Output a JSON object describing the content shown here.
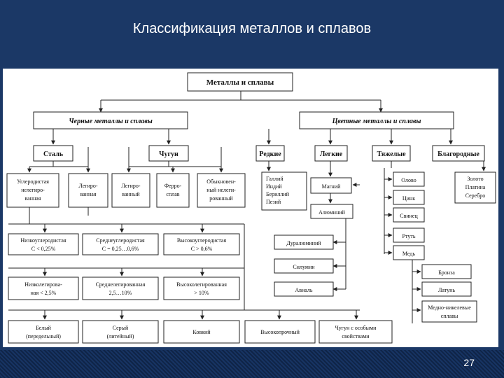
{
  "slide": {
    "title": "Классификация металлов и сплавов",
    "page_number": "27"
  },
  "diagram": {
    "root": "Металлы и сплавы",
    "ferrous": "Черные металлы и сплавы",
    "nonferrous": "Цветные металлы и сплавы",
    "steel": "Сталь",
    "cast_iron": "Чугун",
    "rare": "Редкие",
    "light": "Легкие",
    "heavy": "Тяжелые",
    "precious": "Благородные",
    "steel_kinds": {
      "carbon": [
        "Углеродистая",
        "нелегиро-",
        "ванная"
      ],
      "alloy": [
        "Легиро-",
        "ванная"
      ]
    },
    "iron_kinds": {
      "alloy": [
        "Легиро-",
        "ванный"
      ],
      "ferro": [
        "Ферро-",
        "сплав"
      ],
      "ordinary": [
        "Обыкновен-",
        "ный нелеги-",
        "рованный"
      ]
    },
    "carbon_levels": {
      "low": [
        "Низкоуглеродистая",
        "С < 0,25%"
      ],
      "medium": [
        "Среднеуглеродистая",
        "С = 0,25…0,6%"
      ],
      "high": [
        "Высокоуглеродистая",
        "С > 0,6%"
      ]
    },
    "alloy_levels": {
      "low": [
        "Низколегирова-",
        "ная < 2,5%"
      ],
      "medium": [
        "Среднелегированная",
        "2,5…10%"
      ],
      "high": [
        "Высоколегированная",
        "> 10%"
      ]
    },
    "iron_types": {
      "white": [
        "Белый",
        "(передельный)"
      ],
      "grey": [
        "Серый",
        "(литейный)"
      ],
      "malleable": [
        "Ковкий"
      ],
      "high_strength": [
        "Высокопрочный"
      ],
      "special": [
        "Чугун с особыми",
        "свойствами"
      ]
    },
    "rare_metals": [
      "Галлий",
      "Индий",
      "Бериллий",
      "Пезий"
    ],
    "magnesium": "Магний",
    "aluminum": "Алюминий",
    "duralumin": "Дуралюминий",
    "silumin": "Силумин",
    "avial": "Авиаль",
    "tin": "Олово",
    "zinc": "Цинк",
    "lead": "Свинец",
    "mercury": "Ртуть",
    "copper": "Медь",
    "bronze": "Бронза",
    "brass": "Латунь",
    "copper_nickel": [
      "Медно-никелевые",
      "сплавы"
    ],
    "precious_metals": [
      "Золото",
      "Платина",
      "Серебро"
    ]
  }
}
